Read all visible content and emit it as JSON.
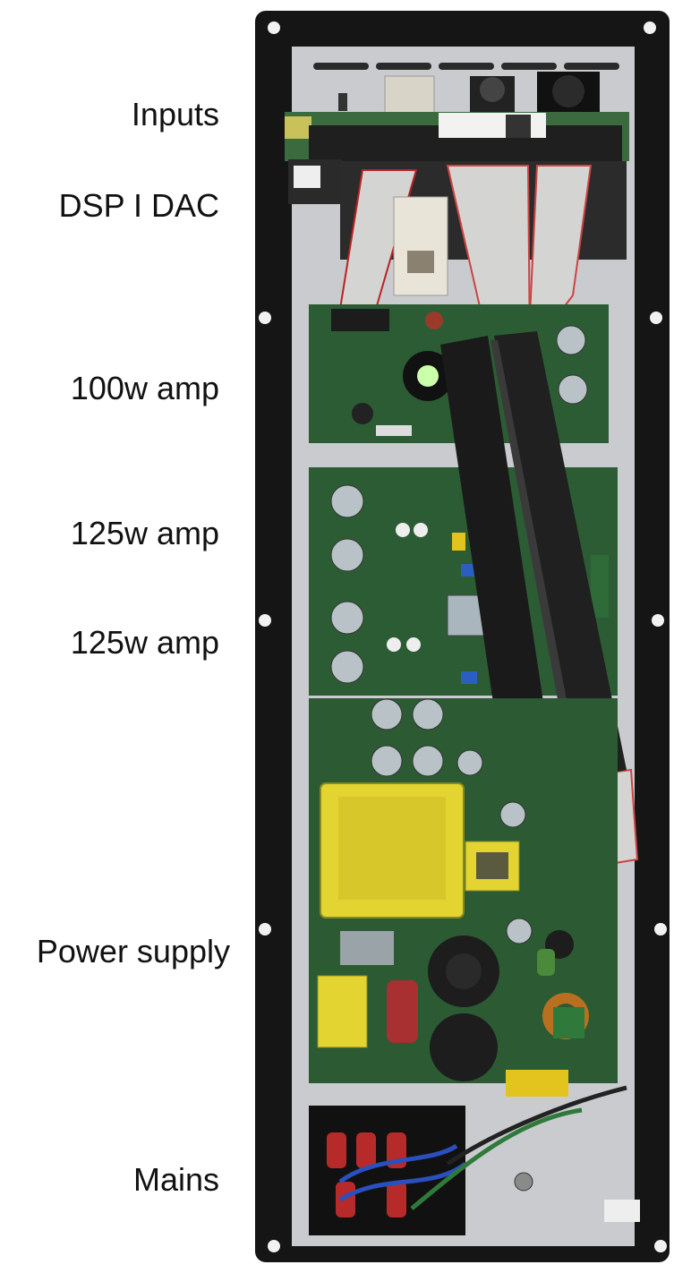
{
  "labels": {
    "inputs": "Inputs",
    "dsp_dac": "DSP I DAC",
    "amp_100w": "100w amp",
    "amp_125w_a": "125w amp",
    "amp_125w_b": "125w amp",
    "power_supply": "Power supply",
    "mains": "Mains"
  },
  "colors": {
    "frame": "#151515",
    "plate": "#c9cbce",
    "pcb": "#2c5c34",
    "ribbon": "#d4d4d2",
    "transformer": "#e3d431",
    "sleeve": "#1a1a1a"
  }
}
